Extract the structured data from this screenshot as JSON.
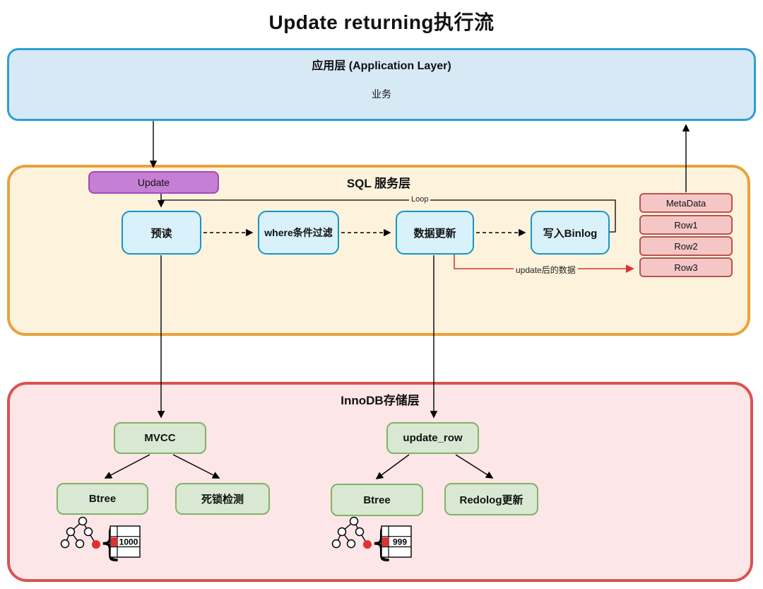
{
  "title": "Update returning执行流",
  "app_layer": {
    "title": "应用层 (Application Layer)",
    "label": "业务"
  },
  "sql_layer": {
    "title": "SQL 服务层",
    "update_label": "Update",
    "steps": {
      "preread": "预读",
      "where": "where条件过滤",
      "update": "数据更新",
      "binlog": "写入Binlog"
    },
    "loop_label": "Loop",
    "red_arrow_label": "update后的数据",
    "result_rows": {
      "meta": "MetaData",
      "row1": "Row1",
      "row2": "Row2",
      "row3": "Row3"
    }
  },
  "innodb_layer": {
    "title": "InnoDB存储层",
    "mvcc": "MVCC",
    "update_row": "update_row",
    "btree_left": "Btree",
    "deadlock": "死锁检测",
    "btree_right": "Btree",
    "redolog": "Redolog更新",
    "left_value": "1000",
    "right_value": "999"
  },
  "colors": {
    "app_fill": "#d8e9f6",
    "app_border": "#2e9fd6",
    "sql_fill": "#fdf3dd",
    "sql_border": "#e8a33d",
    "innodb_fill": "#fce6e8",
    "innodb_border": "#d9534f",
    "step_fill": "#d8f1fb",
    "step_border": "#1795c5",
    "update_fill": "#c57fd5",
    "update_border": "#a04bb8",
    "row_fill": "#f4c7c6",
    "row_border": "#b85450",
    "green_fill": "#d9e8d2",
    "green_border": "#82b366",
    "red_line": "#e03131"
  }
}
